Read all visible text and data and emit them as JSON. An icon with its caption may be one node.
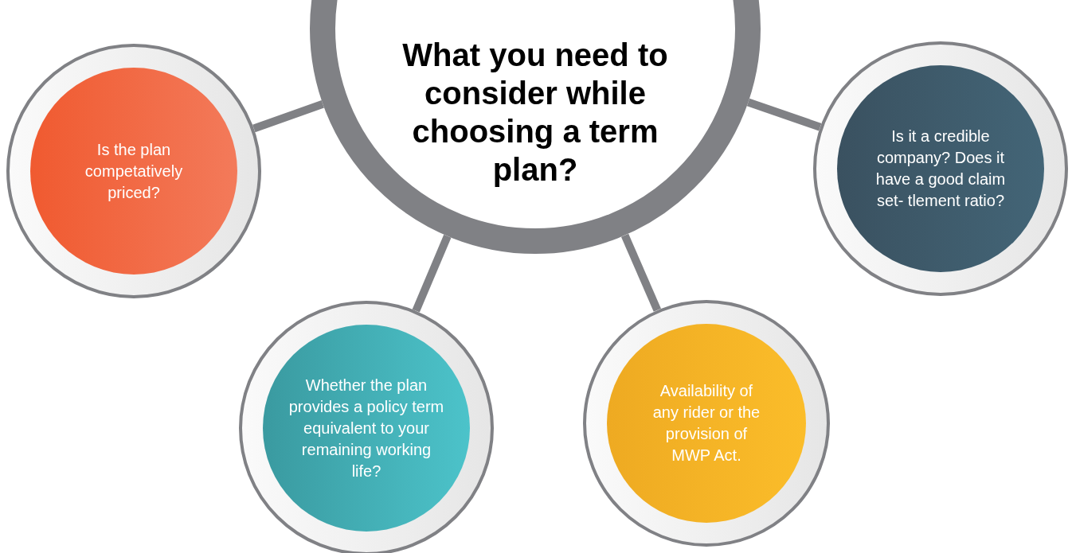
{
  "diagram": {
    "nodes": [
      {
        "text": [
          "What you need to consider while choosing a term plan?"
        ]
      },
      {
        "text": [
          "Is the plan competatively priced?"
        ]
      },
      {
        "text": [
          "Is it a credible company? Does it have a good claim set- tlement ratio?"
        ]
      },
      {
        "text": [
          "Whether the plan provides a policy term equivalent to your remaining working life?"
        ]
      },
      {
        "text": [
          "Availability of any rider or the provision of MWP Act."
        ]
      }
    ],
    "edges": [
      {
        "from": 0,
        "to": 1,
        "arrow": "none"
      },
      {
        "from": 0,
        "to": 2,
        "arrow": "none"
      },
      {
        "from": 0,
        "to": 3,
        "arrow": "none"
      },
      {
        "from": 0,
        "to": 4,
        "arrow": "none"
      }
    ]
  }
}
